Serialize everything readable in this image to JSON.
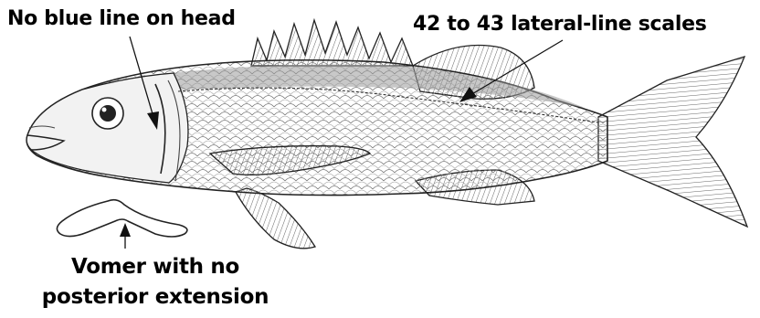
{
  "labels": {
    "head": "No blue line on head",
    "scales": "42 to 43 lateral-line scales",
    "vomer_line1": "Vomer with no",
    "vomer_line2": "posterior extension"
  }
}
